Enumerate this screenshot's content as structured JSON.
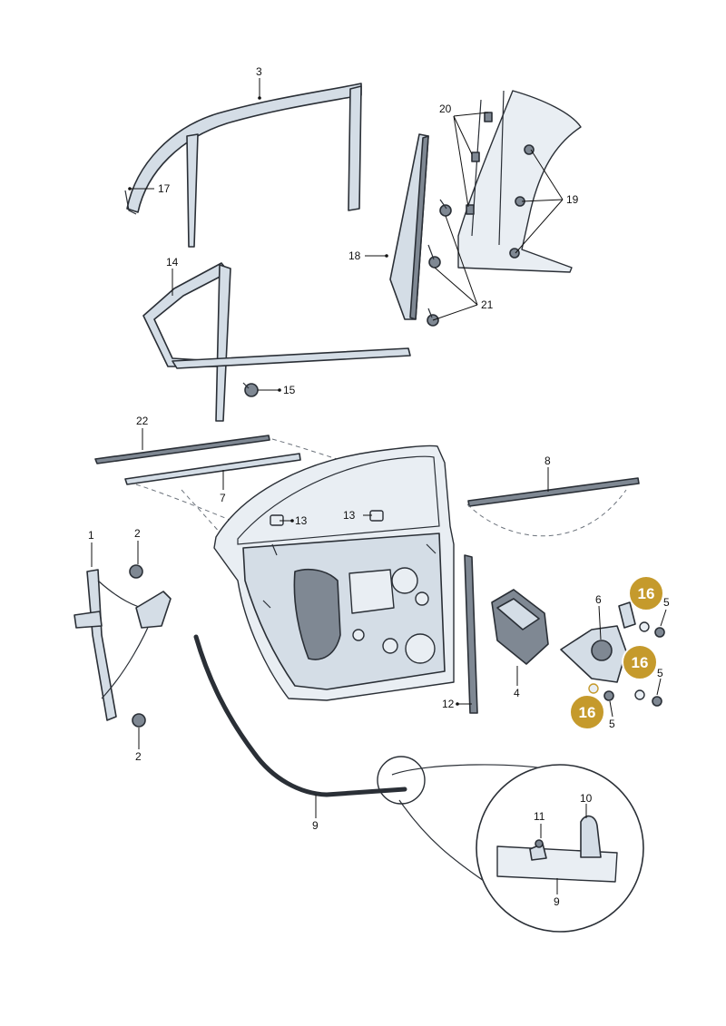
{
  "colors": {
    "highlight": "#c59a2c",
    "part_fill": "#d4dde6",
    "part_dark": "#7f8893",
    "outline": "#2a2f36"
  },
  "labels": {
    "p1": "1",
    "p2a": "2",
    "p2b": "2",
    "p3": "3",
    "p4": "4",
    "p5a": "5",
    "p5b": "5",
    "p5c": "5",
    "p6": "6",
    "p7": "7",
    "p8": "8",
    "p9a": "9",
    "p9b": "9",
    "p10": "10",
    "p11": "11",
    "p12": "12",
    "p13a": "13",
    "p13b": "13",
    "p14": "14",
    "p15": "15",
    "p17": "17",
    "p18": "18",
    "p19": "19",
    "p20": "20",
    "p21": "21",
    "p22": "22"
  },
  "highlighted": {
    "h1": "16",
    "h2": "16",
    "h3": "16"
  }
}
